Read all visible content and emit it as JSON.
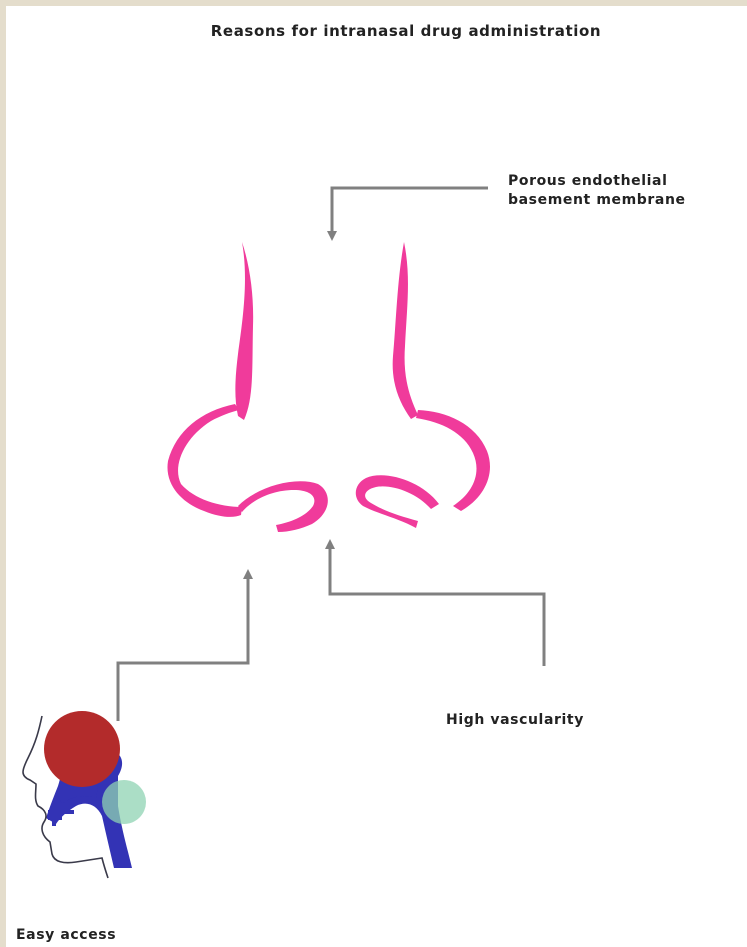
{
  "title": "Reasons for intranasal drug administration",
  "labels": {
    "porous_line1": "Porous endothelial",
    "porous_line2": "basement membrane",
    "high_vascularity": "High vascularity",
    "easy_access": "Easy access"
  },
  "icons": {
    "nose": "nose-illustration-icon",
    "head": "head-profile-icon",
    "arrows": "arrow-icon"
  },
  "colors": {
    "nose": "#f03b9b",
    "arrow": "#808080",
    "head_outline": "#3a3a4a",
    "nasal_cavity": "#3333b5",
    "brain_region": "#b32b2b",
    "highlight_circle": "#8fd3b3",
    "frame": "#e4ddcc"
  }
}
